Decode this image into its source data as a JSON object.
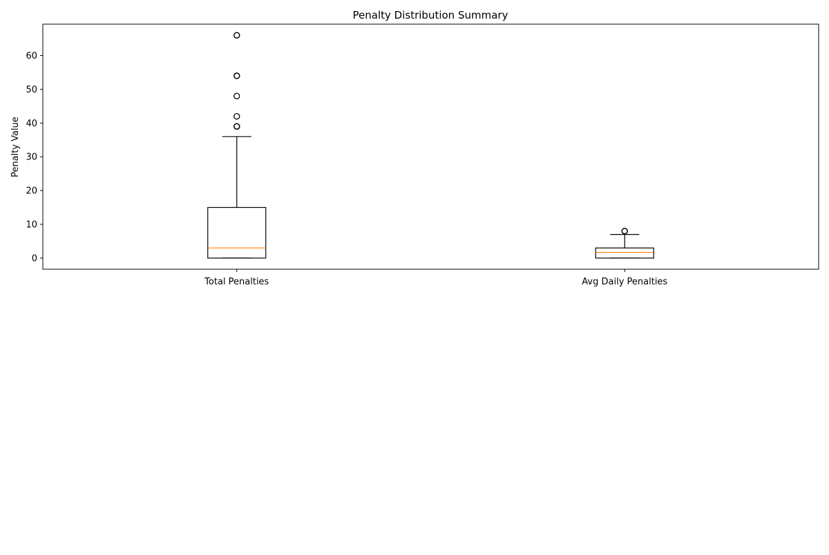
{
  "chart_data": {
    "type": "box",
    "title": "Penalty Distribution Summary",
    "xlabel": "",
    "ylabel": "Penalty Value",
    "ylim": [
      -3.3,
      69.3
    ],
    "yticks": [
      0,
      10,
      20,
      30,
      40,
      50,
      60
    ],
    "grid": false,
    "categories": [
      "Total Penalties",
      "Avg Daily Penalties"
    ],
    "boxes": [
      {
        "category": "Total Penalties",
        "whisker_low": 0,
        "q1": 0,
        "median": 3,
        "q3": 15,
        "whisker_high": 36,
        "outliers": [
          39,
          39,
          39,
          42,
          48,
          54,
          54,
          66,
          66
        ]
      },
      {
        "category": "Avg Daily Penalties",
        "whisker_low": 0,
        "q1": 0,
        "median": 1.7,
        "q3": 3,
        "whisker_high": 7,
        "outliers": [
          8,
          8,
          8
        ]
      }
    ],
    "colors": {
      "box": "#000000",
      "median": "#ff7f0e",
      "outlier": "#000000"
    }
  }
}
